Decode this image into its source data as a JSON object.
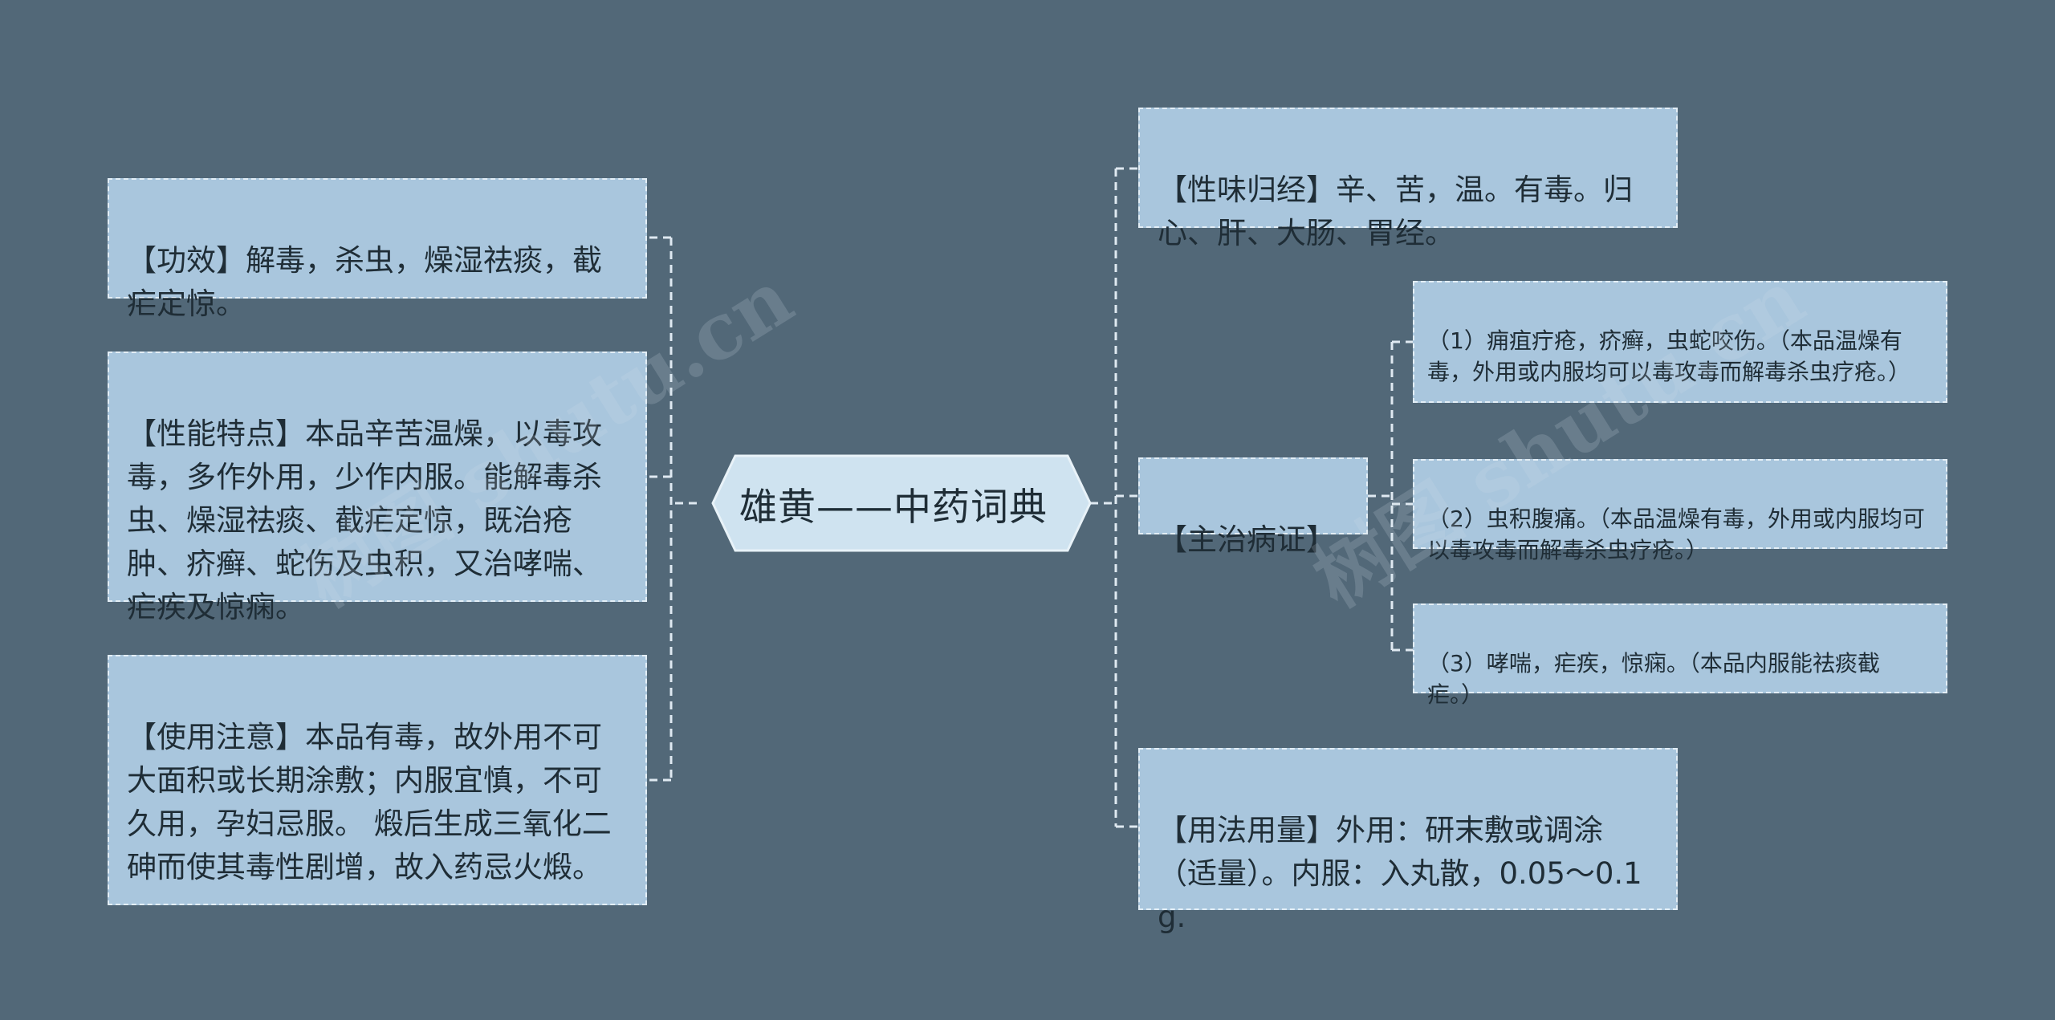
{
  "root": {
    "title": "雄黄——中药词典"
  },
  "left_branches": [
    {
      "id": "gongxiao",
      "text": "【功效】解毒，杀虫，燥湿祛痰，截疟定惊。"
    },
    {
      "id": "xingneng",
      "text": "【性能特点】本品辛苦温燥，以毒攻毒，多作外用，少作内服。能解毒杀虫、燥湿祛痰、截疟定惊，既治疮肿、疥癣、蛇伤及虫积，又治哮喘、疟疾及惊痫。"
    },
    {
      "id": "zhuyi",
      "text": "【使用注意】本品有毒，故外用不可大面积或长期涂敷；内服宜慎，不可久用，孕妇忌服。 煅后生成三氧化二砷而使其毒性剧增，故入药忌火煅。"
    }
  ],
  "right_branches": [
    {
      "id": "xingwei",
      "text": "【性味归经】辛、苦，温。有毒。归心、肝、大肠、胃经。"
    },
    {
      "id": "zhuzhi",
      "text": "【主治病证】",
      "children": [
        {
          "id": "zz1",
          "text": "（1）痈疽疔疮，疥癣，虫蛇咬伤。（本品温燥有毒，外用或内服均可以毒攻毒而解毒杀虫疗疮。）"
        },
        {
          "id": "zz2",
          "text": "（2）虫积腹痛。（本品温燥有毒，外用或内服均可以毒攻毒而解毒杀虫疗疮。）"
        },
        {
          "id": "zz3",
          "text": "（3）哮喘，疟疾，惊痫。（本品内服能祛痰截疟。）"
        }
      ]
    },
    {
      "id": "yongfa",
      "text": "【用法用量】外用：研末敷或调涂（适量）。内服：入丸散，0.05～0.1g."
    }
  ],
  "watermarks": [
    "树图 shutu.cn",
    "树图 shutu.cn"
  ],
  "colors": {
    "background": "#526878",
    "node_fill": "#a9c6dd",
    "root_fill": "#cfe3f0",
    "connector": "#dfe9f1"
  }
}
